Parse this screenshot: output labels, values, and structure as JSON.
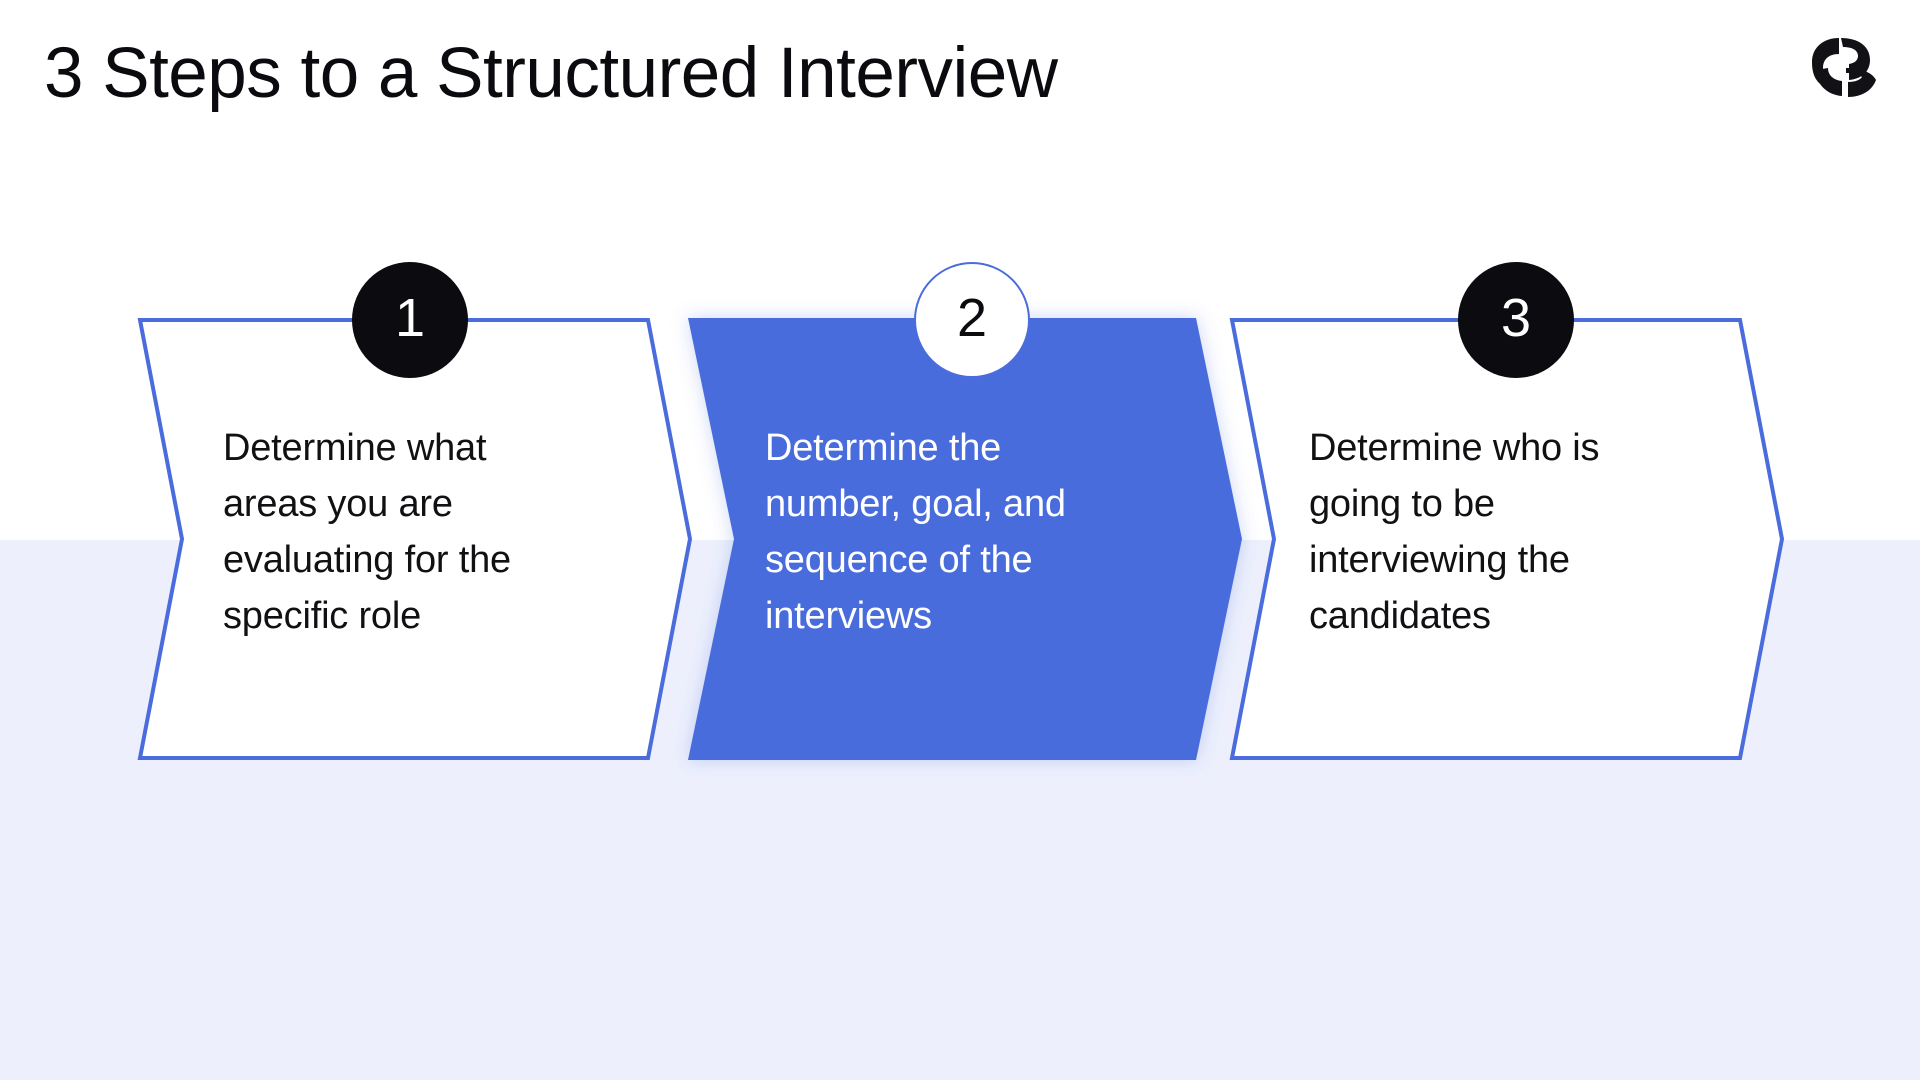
{
  "slide": {
    "title": "3 Steps to a Structured Interview",
    "background_top_color": "#ffffff",
    "background_bottom_color": "#edf0fc"
  },
  "logo": {
    "name": "stylized-r-logo",
    "color": "#121216"
  },
  "theme": {
    "accent_blue": "#4a6cdc",
    "outline_blue": "#4a6cdc",
    "badge_dark": "#0b0b10",
    "text_dark": "#111114",
    "text_light": "#ffffff"
  },
  "steps": [
    {
      "number": "1",
      "text": "Determine what areas you are evaluating for the specific role",
      "style": "outline",
      "badge_style": "dark",
      "fill_color": "#ffffff",
      "text_color": "#111114"
    },
    {
      "number": "2",
      "text": "Determine the number, goal, and sequence of the interviews",
      "style": "filled",
      "badge_style": "light",
      "fill_color": "#4a6cdc",
      "text_color": "#ffffff"
    },
    {
      "number": "3",
      "text": "Determine who is going to be interviewing the candidates",
      "style": "outline",
      "badge_style": "dark",
      "fill_color": "#ffffff",
      "text_color": "#111114"
    }
  ]
}
